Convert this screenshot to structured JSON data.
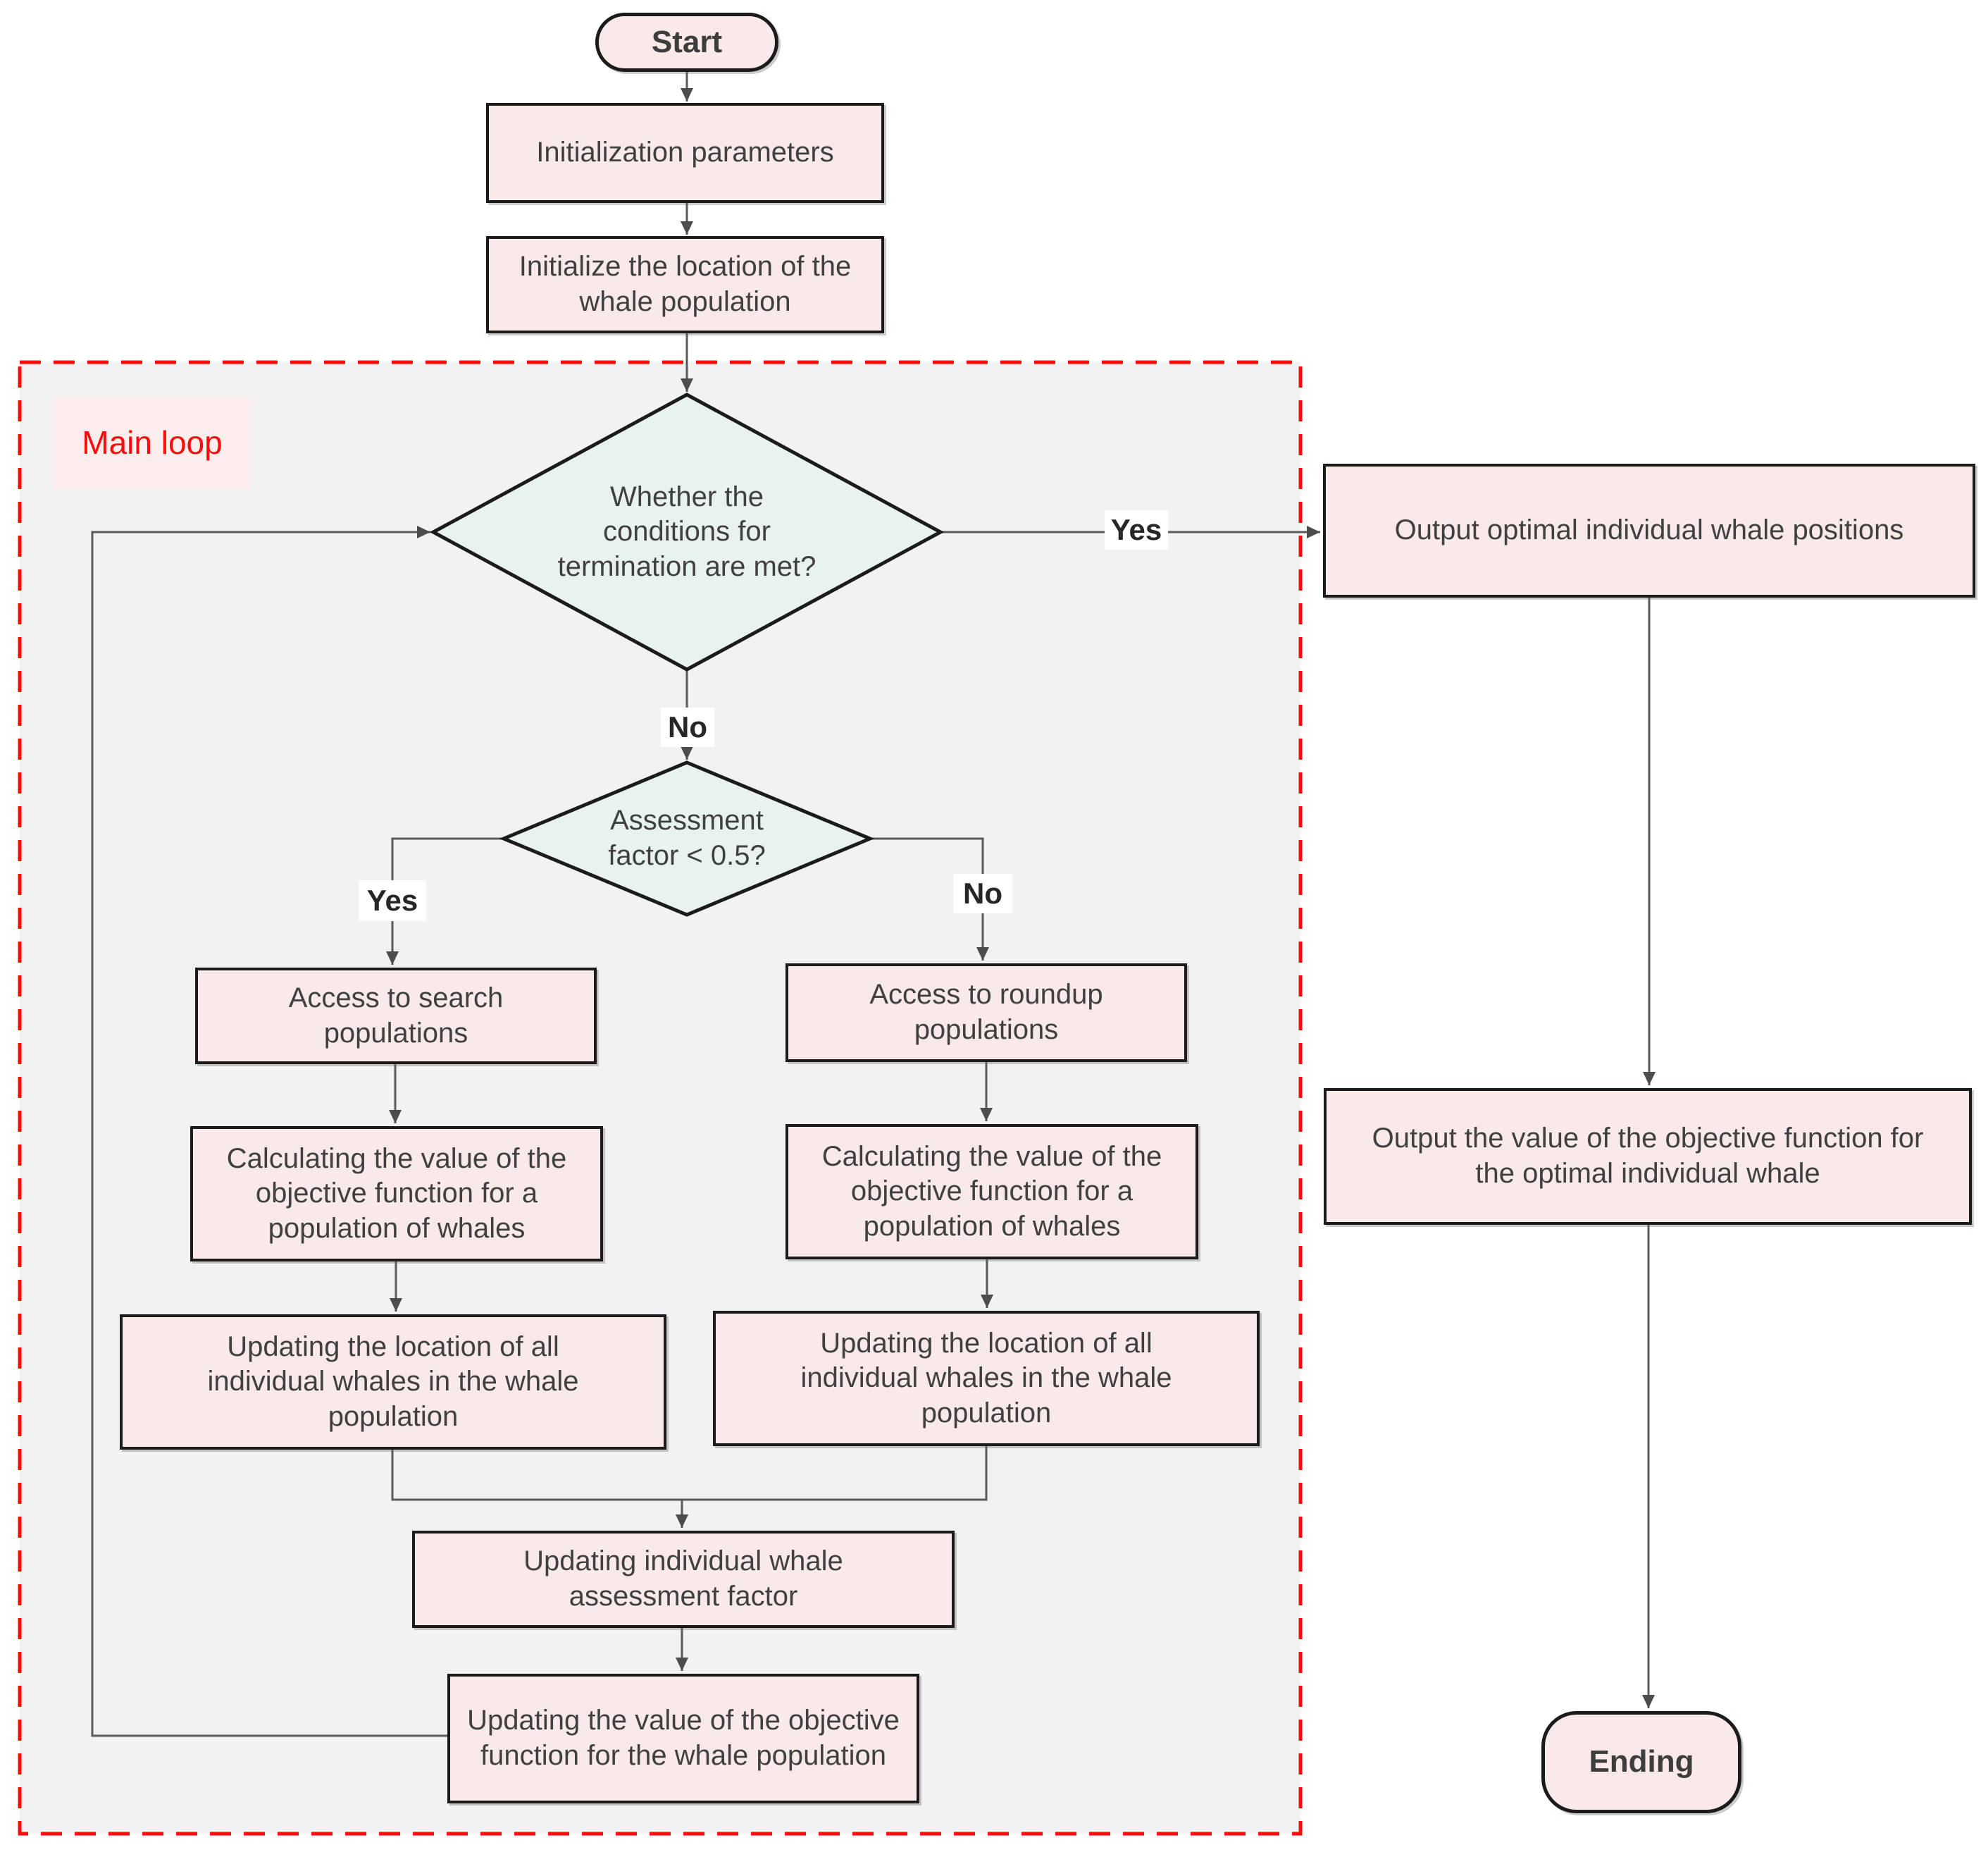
{
  "diagram": {
    "kind": "flowchart",
    "loop_region_label": "Main loop"
  },
  "nodes": {
    "start": {
      "label": "Start",
      "type": "terminator"
    },
    "init_params": {
      "label": "Initialization parameters",
      "type": "process"
    },
    "init_location": {
      "label": "Initialize the location of the whale population",
      "type": "process"
    },
    "termination_check": {
      "label": "Whether the conditions for termination are met?",
      "type": "decision"
    },
    "assessment_check": {
      "label": "Assessment factor < 0.5?",
      "type": "decision"
    },
    "access_search": {
      "label": "Access to search populations",
      "type": "process"
    },
    "access_roundup": {
      "label": "Access to roundup populations",
      "type": "process"
    },
    "calc_objective_search": {
      "label": "Calculating the value of the objective function for a population of whales",
      "type": "process"
    },
    "calc_objective_roundup": {
      "label": "Calculating the value of the objective function for a population of whales",
      "type": "process"
    },
    "update_location_search": {
      "label": "Updating the location of all individual whales in the whale population",
      "type": "process"
    },
    "update_location_roundup": {
      "label": "Updating the location of all individual whales in the whale population",
      "type": "process"
    },
    "update_assessment": {
      "label": "Updating individual whale assessment factor",
      "type": "process"
    },
    "update_objective": {
      "label": "Updating the value of the objective function for the whale population",
      "type": "process"
    },
    "output_positions": {
      "label": "Output optimal individual whale positions",
      "type": "process"
    },
    "output_objective": {
      "label": "Output the value of the objective function for the optimal individual whale",
      "type": "process"
    },
    "ending": {
      "label": "Ending",
      "type": "terminator"
    }
  },
  "edge_labels": {
    "termination_yes": "Yes",
    "termination_no": "No",
    "assessment_yes": "Yes",
    "assessment_no": "No"
  },
  "colors": {
    "process_fill": "#f9e9e8",
    "decision_fill": "#e9f3ee",
    "node_border": "#1b1b1b",
    "connector": "#5a5a5a",
    "loop_border": "#fb0c0c",
    "loop_background": "#f2f2f2",
    "loop_label_color": "#fb0c0c",
    "loop_label_background": "#fdeeee",
    "text_color": "#404040"
  }
}
